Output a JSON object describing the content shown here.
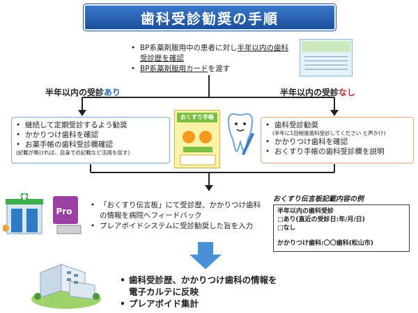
{
  "title": "歯科受診勧奨の手順",
  "top_items": [
    {
      "plain": "BP系薬剤服用中の患者に対し",
      "underlined": "半年以内の歯科受診歴を確認"
    },
    {
      "plain": "",
      "underlined": "BP系薬剤服用カード",
      "tail": "を渡す"
    }
  ],
  "branch_left": {
    "prefix": "半年以内の受診",
    "accent": "あり"
  },
  "branch_right": {
    "prefix": "半年以内の受診",
    "accent": "なし"
  },
  "left_box": {
    "items": [
      "継続して定期受診するよう勧奨",
      "かかりつけ歯科を確認",
      "お薬手帳の歯科受診欄確認"
    ],
    "note": "(記載が無ければ、自身での記載など活用を促す)"
  },
  "right_box": {
    "items": [
      "歯科受診勧奨",
      "かかりつけ歯科を確認",
      "おくすり手帳の歯科受診欄を説明"
    ],
    "note": "(半年に1回程度歯科受診してください と声かけ)"
  },
  "notebook_title": "おくすり手帳",
  "process_items": [
    "「おくすり伝言板」にて受診歴、かかりつけ歯科の情報を病院へフィードバック",
    "プレアボイドシステムに受診勧奨した旨を入力"
  ],
  "example": {
    "title": "おくすり伝言板記載内容の例",
    "lines": [
      "半年以内の歯科受診",
      "□あり(直近の受診日:年/月/日)",
      "□なし",
      "かかりつけ歯科:〇〇歯科(松山市)"
    ]
  },
  "final_items": [
    "歯科受診歴、かかりつけ歯科の情報を",
    "電子カルテに反映",
    "プレアボイド集計"
  ],
  "icons": [
    "pharmacy-building-icon",
    "pc-software-icon",
    "hospital-icon",
    "mascot-icon",
    "medication-card-icon",
    "medicine-notebook-icon"
  ],
  "colors": {
    "title_bg": "#1a4f9c",
    "accent_blue": "#1f66c2",
    "accent_red": "#c0272d",
    "left_border": "#7ba7d8",
    "right_border": "#e8a46a",
    "arrow": "#4a90d9"
  }
}
